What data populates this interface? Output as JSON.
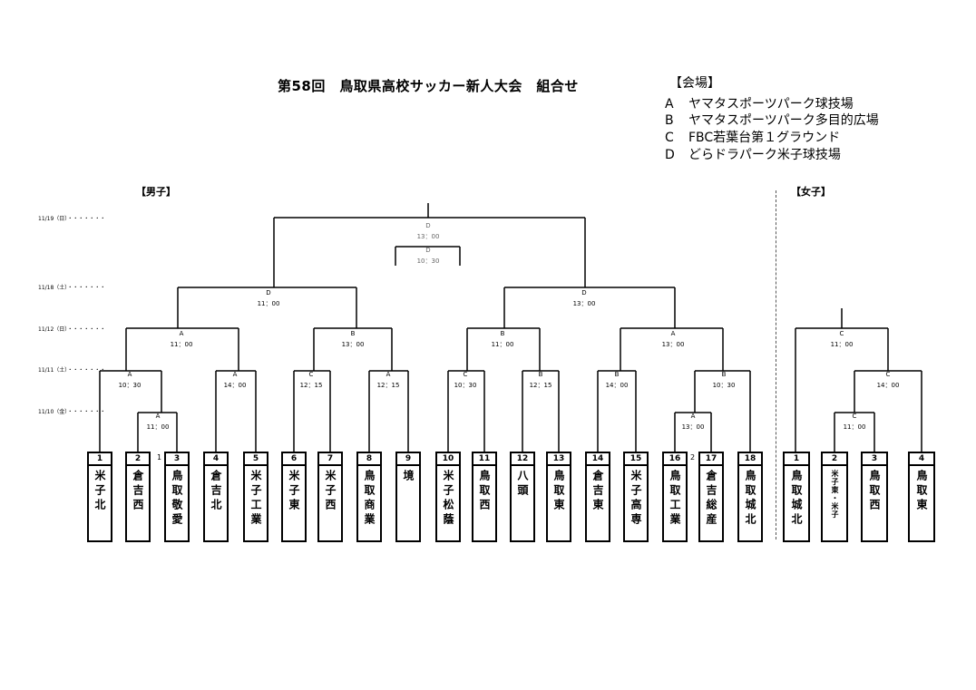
{
  "title": "第58回　鳥取県高校サッカー新人大会　組合せ",
  "venues": {
    "heading": "【会場】",
    "items": [
      {
        "key": "A",
        "name": "ヤマタスポーツパーク球技場"
      },
      {
        "key": "B",
        "name": "ヤマタスポーツパーク多目的広場"
      },
      {
        "key": "C",
        "name": "FBC若葉台第１グラウンド"
      },
      {
        "key": "D",
        "name": "どらドラパーク米子球技場"
      }
    ]
  },
  "sections": {
    "boys": "【男子】",
    "girls": "【女子】"
  },
  "dates": [
    "11/19（日）・・・・・・・",
    "11/18（土）・・・・・・・",
    "11/12（日）・・・・・・・",
    "11/11（土）・・・・・・・",
    "11/10（金）・・・・・・・"
  ],
  "seed_marks": [
    "1",
    "2"
  ],
  "matches": [
    {
      "venue": "D",
      "time": "13：00"
    },
    {
      "venue": "D",
      "time": "10：30"
    },
    {
      "venue": "D",
      "time": "11：00"
    },
    {
      "venue": "D",
      "time": "13：00"
    },
    {
      "venue": "A",
      "time": "11：00"
    },
    {
      "venue": "B",
      "time": "13：00"
    },
    {
      "venue": "B",
      "time": "11：00"
    },
    {
      "venue": "A",
      "time": "13：00"
    },
    {
      "venue": "A",
      "time": "10：30"
    },
    {
      "venue": "A",
      "time": "14：00"
    },
    {
      "venue": "C",
      "time": "12：15"
    },
    {
      "venue": "A",
      "time": "12：15"
    },
    {
      "venue": "C",
      "time": "10：30"
    },
    {
      "venue": "B",
      "time": "12：15"
    },
    {
      "venue": "B",
      "time": "14：00"
    },
    {
      "venue": "B",
      "time": "10：30"
    },
    {
      "venue": "A",
      "time": "11：00"
    },
    {
      "venue": "A",
      "time": "13：00"
    },
    {
      "venue": "C",
      "time": "11：00"
    },
    {
      "venue": "C",
      "time": "14：00"
    },
    {
      "venue": "C",
      "time": "11：00"
    }
  ],
  "boys_teams": [
    {
      "num": "1",
      "name": "米子北"
    },
    {
      "num": "2",
      "name": "倉吉西"
    },
    {
      "num": "3",
      "name": "鳥取敬愛"
    },
    {
      "num": "4",
      "name": "倉吉北"
    },
    {
      "num": "5",
      "name": "米子工業"
    },
    {
      "num": "6",
      "name": "米子東"
    },
    {
      "num": "7",
      "name": "米子西"
    },
    {
      "num": "8",
      "name": "鳥取商業"
    },
    {
      "num": "9",
      "name": "境"
    },
    {
      "num": "10",
      "name": "米子松蔭"
    },
    {
      "num": "11",
      "name": "鳥取西"
    },
    {
      "num": "12",
      "name": "八頭"
    },
    {
      "num": "13",
      "name": "鳥取東"
    },
    {
      "num": "14",
      "name": "倉吉東"
    },
    {
      "num": "15",
      "name": "米子高専"
    },
    {
      "num": "16",
      "name": "鳥取工業"
    },
    {
      "num": "17",
      "name": "倉吉総産"
    },
    {
      "num": "18",
      "name": "鳥取城北"
    }
  ],
  "girls_teams": [
    {
      "num": "1",
      "name": "鳥取城北"
    },
    {
      "num": "2",
      "name": "米子東・米子"
    },
    {
      "num": "3",
      "name": "鳥取西"
    },
    {
      "num": "4",
      "name": "鳥取東"
    }
  ]
}
